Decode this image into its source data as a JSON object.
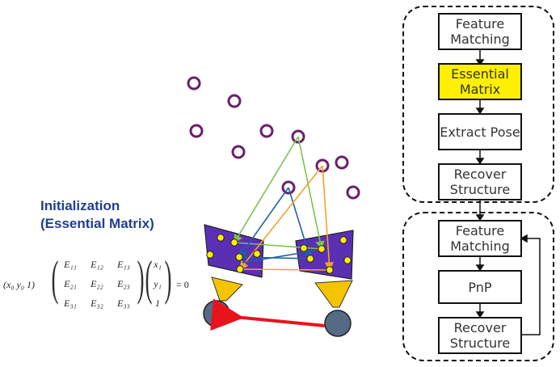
{
  "title": {
    "line1": "Initialization",
    "line2": "(Essential Matrix)"
  },
  "equation": {
    "row_vector": "(x₀   y₀   1)",
    "matrix": [
      [
        "E₁₁",
        "E₁₂",
        "E₁₃"
      ],
      [
        "E₂₁",
        "E₂₂",
        "E₂₃"
      ],
      [
        "E₃₁",
        "E₃₂",
        "E₃₃"
      ]
    ],
    "column_vector": [
      "x₁",
      "y₁",
      "1"
    ],
    "rhs": "= 0"
  },
  "pipeline": {
    "init_group": [
      "Feature Matching",
      "Essential Matrix",
      "Extract Pose",
      "Recover Structure"
    ],
    "tracking_group": [
      "Feature Matching",
      "PnP",
      "Recover Structure"
    ],
    "highlight_step": "Essential Matrix"
  },
  "colors": {
    "title": "#1f3f8f",
    "highlight": "#ffef00",
    "camera_face": "#5b2fb3",
    "camera_lens": "#f5c400",
    "camera_body": "#556a86",
    "point_ring": "#6a1f6a",
    "feature_dot": "#ffee00",
    "ray_green": "#7cc24a",
    "ray_blue": "#1f5fa8",
    "ray_orange": "#f2a42a",
    "motion_arrow": "#e8141b"
  }
}
